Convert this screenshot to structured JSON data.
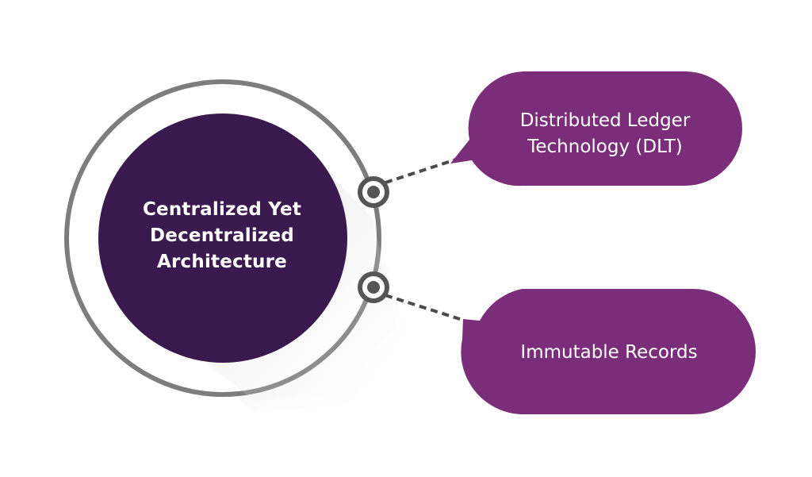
{
  "center": {
    "title_lines": [
      "Centralized Yet",
      "Decentralized",
      "Architecture"
    ]
  },
  "bubbles": [
    {
      "label_lines": [
        "Distributed Ledger",
        "Technology (DLT)"
      ]
    },
    {
      "label_lines": [
        "Immutable Records"
      ]
    }
  ],
  "colors": {
    "center_fill": "#3a1a4e",
    "bubble_fill": "#7a2d79",
    "ring_stroke": "#7d7d7d",
    "connector": "#4a4a4a",
    "text": "#ffffff"
  }
}
